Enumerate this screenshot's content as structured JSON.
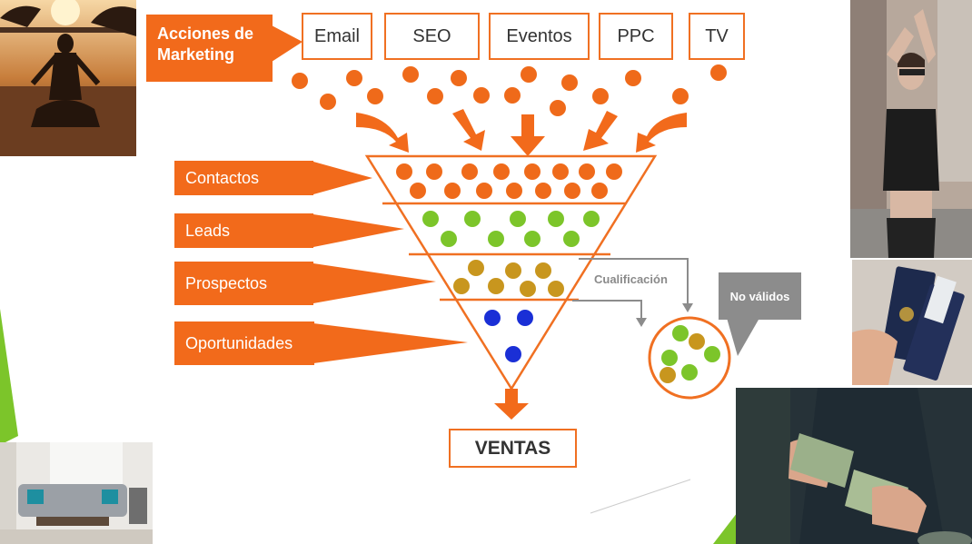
{
  "header": {
    "title": "Acciones de Marketing"
  },
  "channels": [
    "Email",
    "SEO",
    "Eventos",
    "PPC",
    "TV"
  ],
  "stages": [
    "Contactos",
    "Leads",
    "Prospectos",
    "Oportunidades"
  ],
  "qualification_label": "Cualificación",
  "invalid_label": "No válidos",
  "result_label": "VENTAS",
  "colors": {
    "orange": "#f26a1b",
    "dot_orange": "#ef6a1a",
    "dot_green": "#7cc52a",
    "dot_gold": "#c8961e",
    "dot_blue": "#1a2fd6",
    "gray": "#8c8c8c"
  },
  "photos": [
    {
      "name": "yoga-sunset-photo"
    },
    {
      "name": "fashion-model-photo"
    },
    {
      "name": "passports-photo"
    },
    {
      "name": "living-room-photo"
    },
    {
      "name": "counting-money-photo"
    }
  ]
}
